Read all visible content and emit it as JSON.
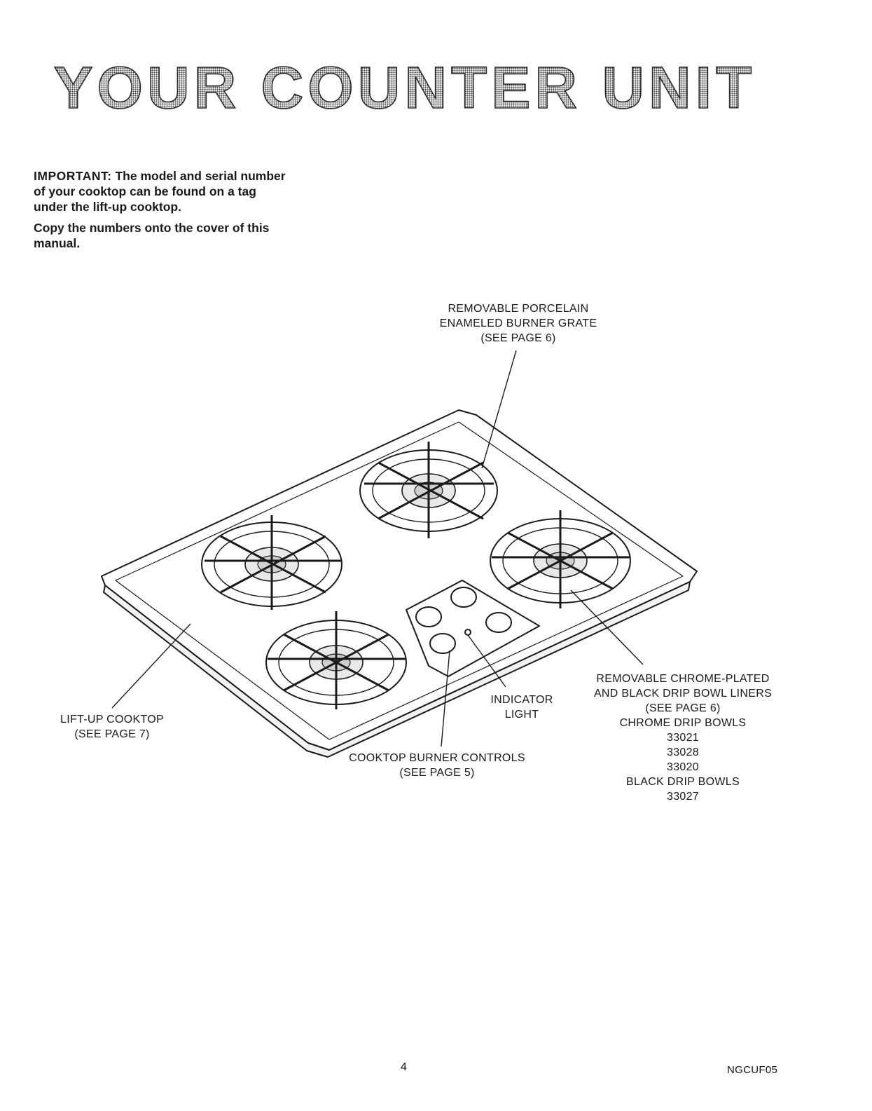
{
  "page_title": "YOUR COUNTER UNIT",
  "intro": {
    "important_label": "IMPORTANT:",
    "important_text": "The model and serial number of your cooktop can be found on a tag under the lift-up cooktop.",
    "copy_text": "Copy the numbers onto the cover of this manual."
  },
  "callouts": {
    "grate": {
      "line1": "REMOVABLE PORCELAIN",
      "line2": "ENAMELED BURNER GRATE",
      "line3": "(SEE PAGE 6)"
    },
    "liftup": {
      "line1": "LIFT-UP COOKTOP",
      "line2": "(SEE PAGE 7)"
    },
    "controls": {
      "line1": "COOKTOP BURNER CONTROLS",
      "line2": "(SEE PAGE 5)"
    },
    "indicator": {
      "line1": "INDICATOR",
      "line2": "LIGHT"
    },
    "bowls": {
      "line1": "REMOVABLE CHROME-PLATED",
      "line2": "AND BLACK DRIP BOWL LINERS",
      "line3": "(SEE PAGE 6)",
      "chrome_heading": "CHROME DRIP BOWLS",
      "chrome_numbers": [
        "33021",
        "33028",
        "33020"
      ],
      "black_heading": "BLACK DRIP BOWLS",
      "black_numbers": [
        "33027"
      ]
    }
  },
  "footer": {
    "page_number": "4",
    "doc_code": "NGCUF05"
  },
  "colors": {
    "ink": "#1a1a1a",
    "paper": "#ffffff"
  }
}
